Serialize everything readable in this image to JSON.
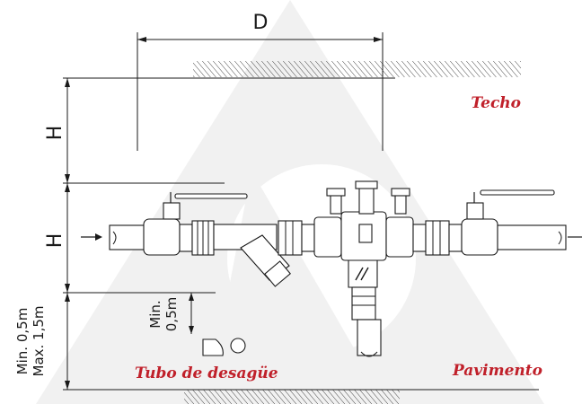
{
  "dimensions": {
    "d_label": "D",
    "h_upper_label": "H",
    "h_lower_label": "H",
    "min_half_label_line1": "Min.",
    "min_half_label_line2": "0,5m",
    "range_min_label": "Min. 0,5m",
    "range_max_label": "Max. 1,5m"
  },
  "labels": {
    "ceiling": "Techo",
    "floor": "Pavimento",
    "drain": "Tubo de desagüe"
  },
  "colors": {
    "accent_red": "#c0202a",
    "line": "#1a1a1a",
    "watermark": "#f1f1f1"
  }
}
